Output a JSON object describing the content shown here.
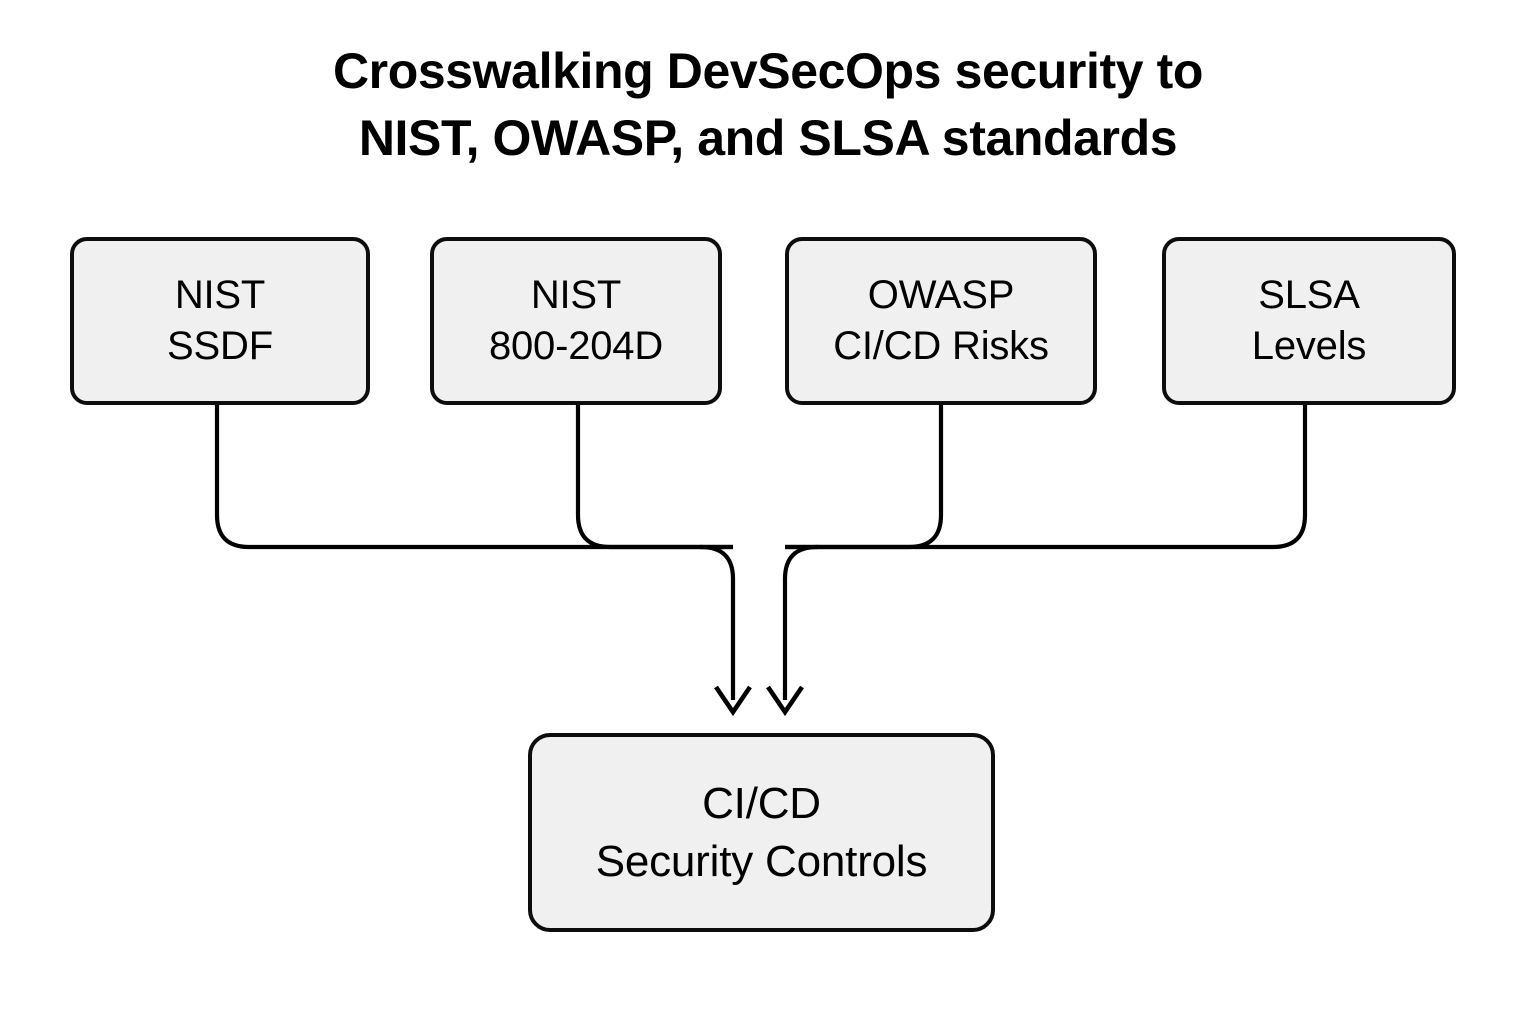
{
  "diagram": {
    "type": "flowchart",
    "orientation": "top-down-converging",
    "title": {
      "line1": "Crosswalking DevSecOps security to",
      "line2": "NIST, OWASP, and SLSA standards"
    },
    "colors": {
      "background": "#ffffff",
      "node_fill": "#f0f0f0",
      "node_border": "#0d0d0d",
      "text": "#000000",
      "connector": "#000000"
    },
    "sources": [
      {
        "id": "nist-ssdf",
        "line1": "NIST",
        "line2": "SSDF"
      },
      {
        "id": "nist-800204d",
        "line1": "NIST",
        "line2": "800-204D"
      },
      {
        "id": "owasp-cicd",
        "line1": "OWASP",
        "line2": "CI/CD Risks"
      },
      {
        "id": "slsa-levels",
        "line1": "SLSA",
        "line2": "Levels"
      }
    ],
    "target": {
      "id": "cicd-controls",
      "line1": "CI/CD",
      "line2": "Security Controls"
    },
    "edges": [
      {
        "from": "nist-ssdf",
        "to": "cicd-controls",
        "arrow": true
      },
      {
        "from": "nist-800204d",
        "to": "cicd-controls",
        "arrow": true
      },
      {
        "from": "owasp-cicd",
        "to": "cicd-controls",
        "arrow": true
      },
      {
        "from": "slsa-levels",
        "to": "cicd-controls",
        "arrow": true
      }
    ]
  }
}
